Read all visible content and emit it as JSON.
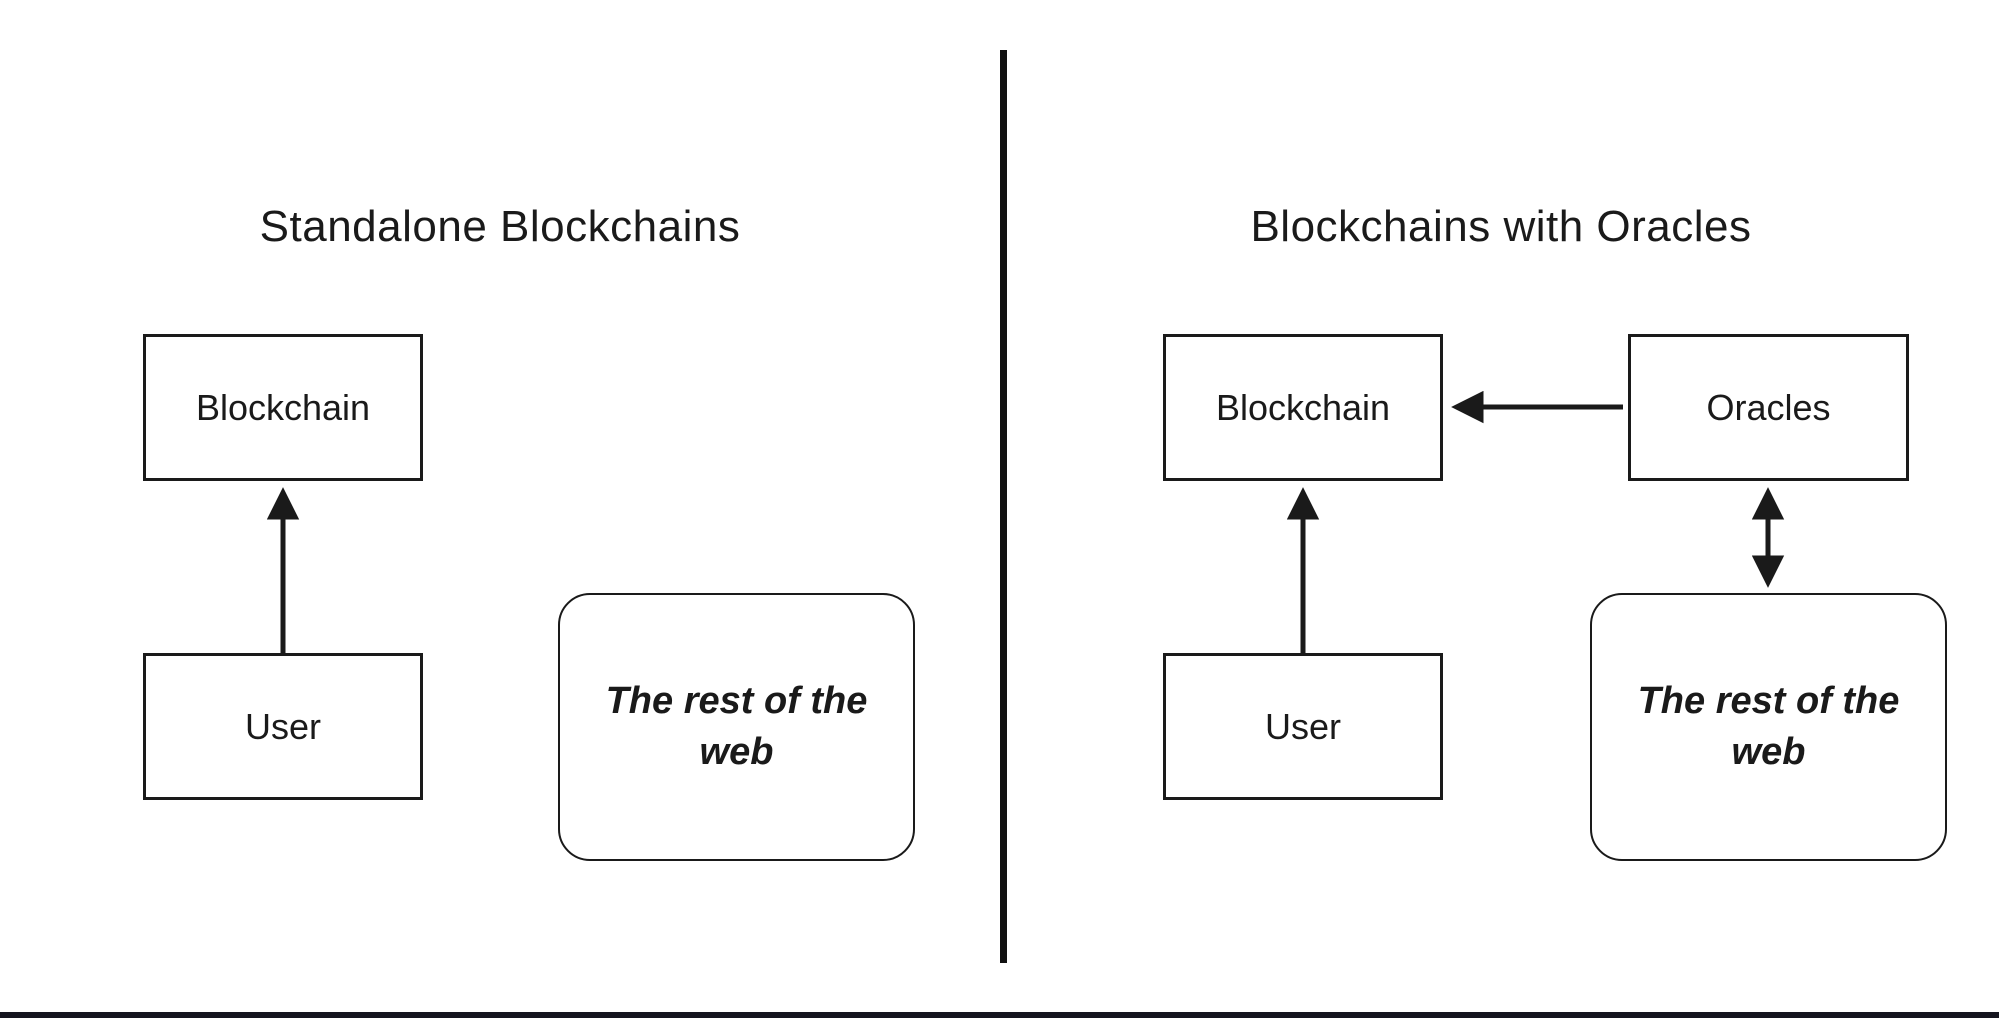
{
  "left_panel": {
    "title": "Standalone Blockchains",
    "blockchain_box": "Blockchain",
    "user_box": "User",
    "web_box": "The rest of the web"
  },
  "right_panel": {
    "title": "Blockchains with Oracles",
    "blockchain_box": "Blockchain",
    "oracles_box": "Oracles",
    "user_box": "User",
    "web_box": "The rest of the web"
  },
  "colors": {
    "stroke": "#1a1a1a",
    "text": "#1a1a1a",
    "divider": "#111111",
    "bottom_rule": "#15151f",
    "background": "#ffffff"
  }
}
